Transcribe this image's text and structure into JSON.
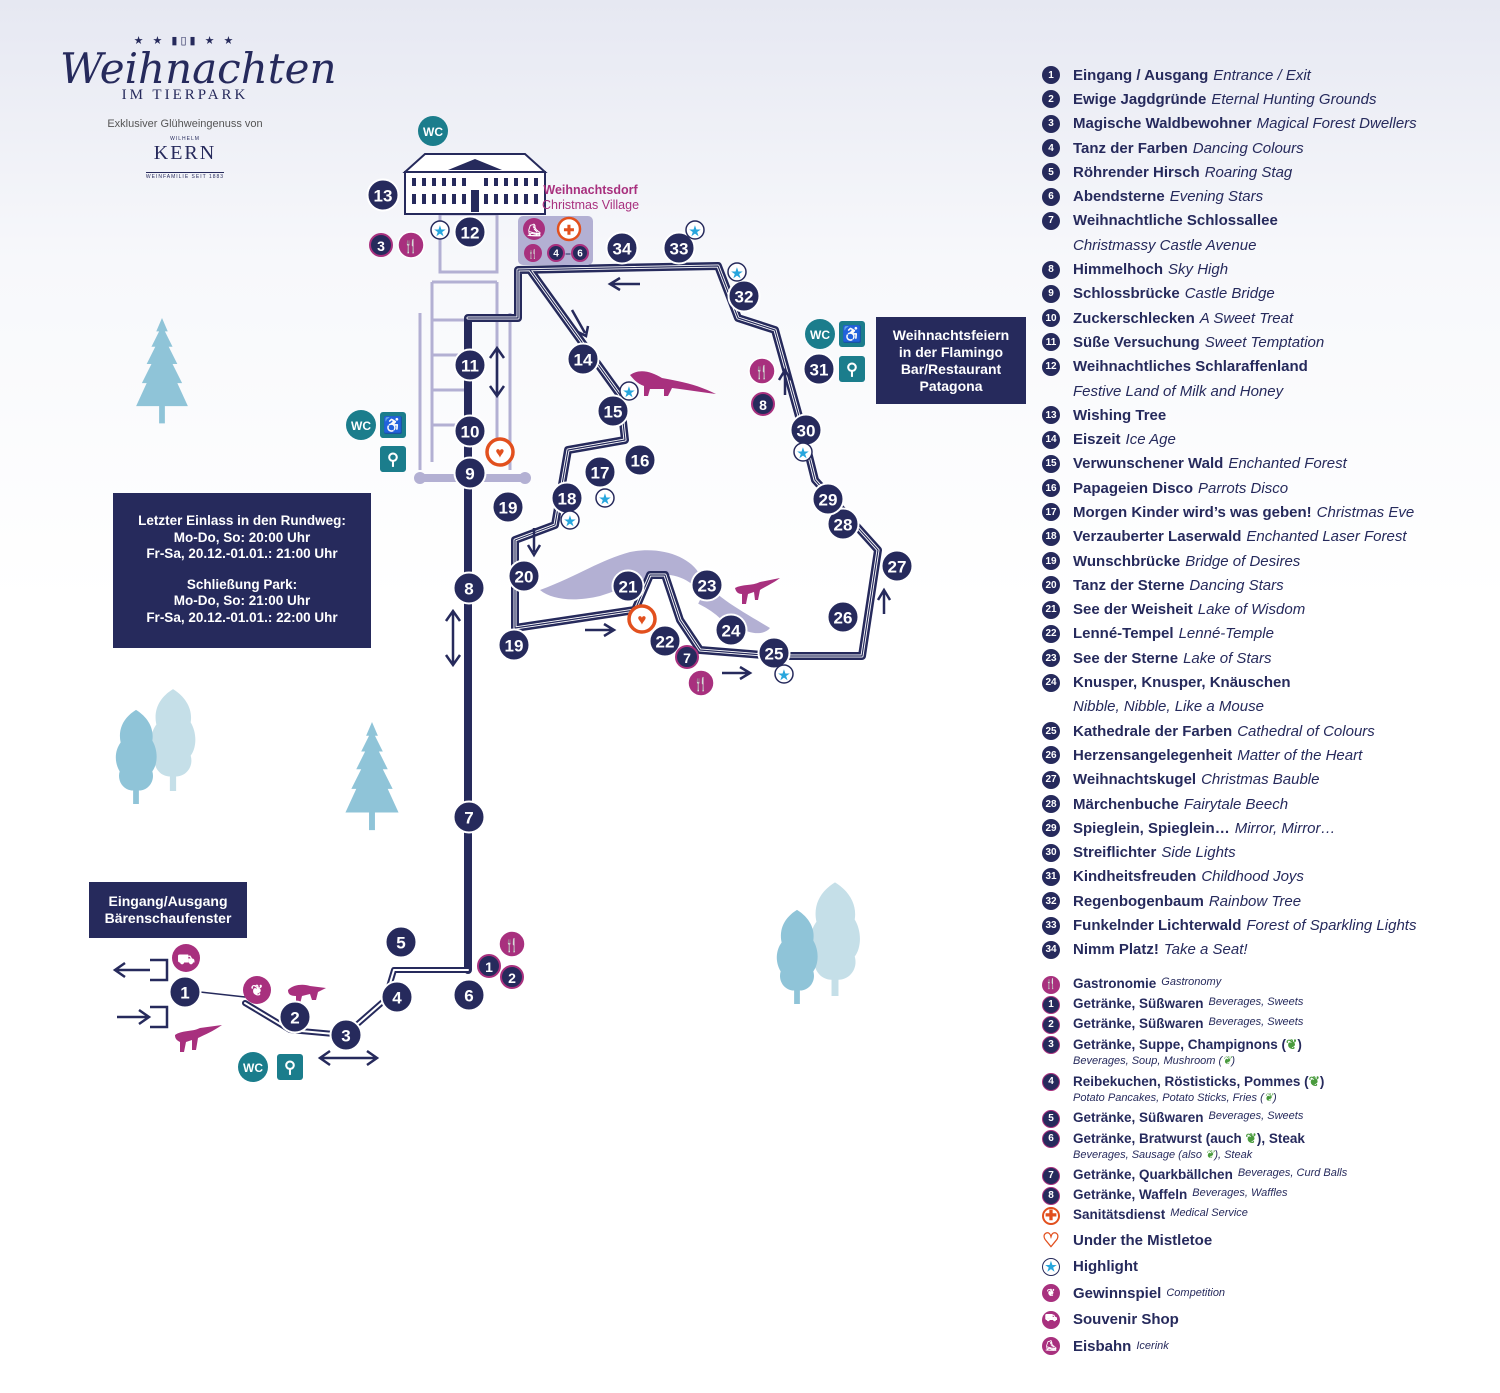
{
  "logo": {
    "title_script": "Weihnachten",
    "title_sub": "IM TIERPARK",
    "tagline": "Exklusiver Glühweingenuss von",
    "brand_small": "WILHELM",
    "brand": "KERN",
    "brand_sub": "WEINFAMILIE SEIT 1883"
  },
  "colors": {
    "navy": "#262a5c",
    "magenta": "#a8307e",
    "teal": "#1b7d8c",
    "orange": "#e2501e",
    "highlight_blue": "#27a6dd",
    "path_lavender": "#b3b0d3",
    "tree_blue": "#8fc4d8"
  },
  "village_label": {
    "line1": "Weihnachtsdorf",
    "line2": "Christmas Village"
  },
  "hours_box": {
    "heading1": "Letzter Einlass in den Rundweg:",
    "line1": "Mo-Do, So: 20:00 Uhr",
    "line2": "Fr-Sa, 20.12.-01.01.: 21:00 Uhr",
    "heading2": "Schließung Park:",
    "line3": "Mo-Do, So: 21:00 Uhr",
    "line4": "Fr-Sa, 20.12.-01.01.: 22:00 Uhr"
  },
  "entrance_box": {
    "line1": "Eingang/Ausgang",
    "line2": "Bärenschaufenster"
  },
  "flamingo_box": {
    "line1": "Weihnachtsfeiern",
    "line2": "in der Flamingo",
    "line3": "Bar/Restaurant",
    "line4": "Patagona"
  },
  "map_badges": {
    "wc": "WC",
    "village_range": "4–6"
  },
  "map_stations": [
    "1",
    "2",
    "3",
    "4",
    "5",
    "6",
    "7",
    "8",
    "9",
    "10",
    "11",
    "12",
    "13",
    "14",
    "15",
    "16",
    "17",
    "18",
    "19",
    "19",
    "20",
    "21",
    "22",
    "23",
    "24",
    "25",
    "26",
    "27",
    "28",
    "29",
    "30",
    "31",
    "32",
    "33",
    "34"
  ],
  "map_gastro": [
    "1",
    "2",
    "3",
    "7",
    "8",
    "4",
    "6"
  ],
  "stations": [
    {
      "n": "1",
      "de": "Eingang / Ausgang",
      "en": "Entrance / Exit"
    },
    {
      "n": "2",
      "de": "Ewige Jagdgründe",
      "en": "Eternal Hunting Grounds"
    },
    {
      "n": "3",
      "de": "Magische Waldbewohner",
      "en": "Magical Forest Dwellers"
    },
    {
      "n": "4",
      "de": "Tanz der Farben",
      "en": "Dancing Colours"
    },
    {
      "n": "5",
      "de": "Röhrender Hirsch",
      "en": "Roaring Stag"
    },
    {
      "n": "6",
      "de": "Abendsterne",
      "en": "Evening Stars"
    },
    {
      "n": "7",
      "de": "Weihnachtliche Schlossallee",
      "en": "",
      "cont": "Christmassy Castle Avenue"
    },
    {
      "n": "8",
      "de": "Himmelhoch",
      "en": "Sky High"
    },
    {
      "n": "9",
      "de": "Schlossbrücke",
      "en": "Castle Bridge"
    },
    {
      "n": "10",
      "de": "Zuckerschlecken",
      "en": "A Sweet Treat"
    },
    {
      "n": "11",
      "de": "Süße Versuchung",
      "en": "Sweet Temptation"
    },
    {
      "n": "12",
      "de": "Weihnachtliches Schlaraffenland",
      "en": "",
      "cont": "Festive Land of Milk and Honey"
    },
    {
      "n": "13",
      "de": "Wishing Tree",
      "en": ""
    },
    {
      "n": "14",
      "de": "Eiszeit",
      "en": "Ice Age"
    },
    {
      "n": "15",
      "de": "Verwunschener Wald",
      "en": "Enchanted Forest"
    },
    {
      "n": "16",
      "de": "Papageien Disco",
      "en": "Parrots Disco"
    },
    {
      "n": "17",
      "de": "Morgen Kinder wird’s was geben!",
      "en": "Christmas Eve"
    },
    {
      "n": "18",
      "de": "Verzauberter Laserwald",
      "en": "Enchanted Laser Forest"
    },
    {
      "n": "19",
      "de": "Wunschbrücke",
      "en": "Bridge of Desires"
    },
    {
      "n": "20",
      "de": "Tanz der Sterne",
      "en": "Dancing Stars"
    },
    {
      "n": "21",
      "de": "See der Weisheit",
      "en": "Lake of Wisdom"
    },
    {
      "n": "22",
      "de": "Lenné-Tempel",
      "en": "Lenné-Temple"
    },
    {
      "n": "23",
      "de": "See der Sterne",
      "en": "Lake of Stars"
    },
    {
      "n": "24",
      "de": "Knusper, Knusper, Knäuschen",
      "en": "",
      "cont": "Nibble, Nibble, Like a Mouse"
    },
    {
      "n": "25",
      "de": "Kathedrale der Farben",
      "en": "Cathedral of Colours"
    },
    {
      "n": "26",
      "de": "Herzensangelegenheit",
      "en": "Matter of the Heart"
    },
    {
      "n": "27",
      "de": "Weihnachtskugel",
      "en": "Christmas Bauble"
    },
    {
      "n": "28",
      "de": "Märchenbuche",
      "en": "Fairytale Beech"
    },
    {
      "n": "29",
      "de": "Spieglein, Spieglein…",
      "en": "Mirror, Mirror…"
    },
    {
      "n": "30",
      "de": "Streiflichter",
      "en": "Side Lights"
    },
    {
      "n": "31",
      "de": "Kindheitsfreuden",
      "en": "Childhood Joys"
    },
    {
      "n": "32",
      "de": "Regenbogenbaum",
      "en": "Rainbow Tree"
    },
    {
      "n": "33",
      "de": "Funkelnder Lichterwald",
      "en": "Forest of Sparkling Lights"
    },
    {
      "n": "34",
      "de": "Nimm Platz!",
      "en": "Take a Seat!"
    }
  ],
  "gastro": {
    "header_de": "Gastronomie",
    "header_en": "Gastronomy",
    "items": [
      {
        "n": "1",
        "de": "Getränke, Süßwaren",
        "en": "Beverages, Sweets"
      },
      {
        "n": "2",
        "de": "Getränke, Süßwaren",
        "en": "Beverages, Sweets"
      },
      {
        "n": "3",
        "de": "Getränke, Suppe, Champignons (",
        "de_end": ")",
        "en": "Beverages, Soup, Mushroom (",
        "en_end": ")"
      },
      {
        "n": "4",
        "de": "Reibekuchen, Röstisticks, Pommes (",
        "de_end": ")",
        "en": "Potato Pancakes, Potato Sticks, Fries (",
        "en_end": ")"
      },
      {
        "n": "5",
        "de": "Getränke, Süßwaren",
        "en": "Beverages, Sweets"
      },
      {
        "n": "6",
        "de": "Getränke, Bratwurst (auch ",
        "de_end": "), Steak",
        "en": "Beverages, Sausage (also ",
        "en_end": "), Steak"
      },
      {
        "n": "7",
        "de": "Getränke, Quarkbällchen",
        "en": "Beverages, Curd Balls"
      },
      {
        "n": "8",
        "de": "Getränke, Waffeln",
        "en": "Beverages, Waffles"
      }
    ]
  },
  "services": {
    "medical": {
      "de": "Sanitätsdienst",
      "en": "Medical Service"
    },
    "mistletoe": {
      "de": "Under the Mistletoe"
    },
    "highlight": {
      "de": "Highlight"
    },
    "competition": {
      "de": "Gewinnspiel",
      "en": "Competition"
    },
    "shop": {
      "de": "Souvenir Shop"
    },
    "icerink": {
      "de": "Eisbahn",
      "en": "Icerink"
    }
  }
}
